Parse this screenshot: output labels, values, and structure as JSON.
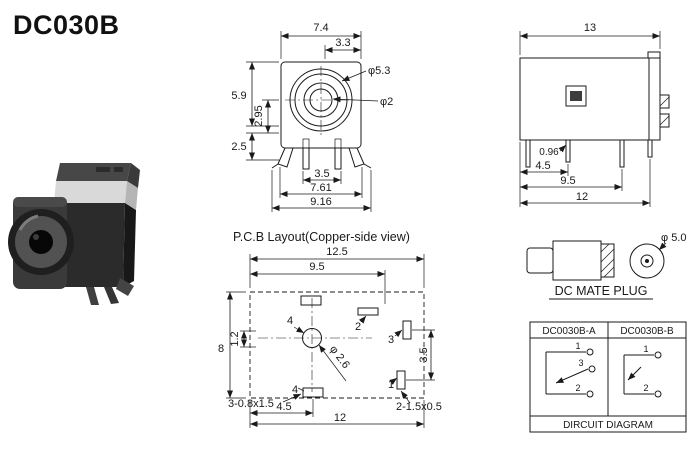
{
  "palette": {
    "line": "#1a1a1a",
    "background": "#ffffff",
    "photo_body": "#2b2b2b",
    "photo_band": "#d9d9d9"
  },
  "title": "DC030B",
  "front_view": {
    "dim_width": "7.4",
    "dim_width_half": "3.3",
    "dia_barrel": "φ5.3",
    "dia_pin": "φ2",
    "dim_height": "5.9",
    "dim_center": "2.95",
    "dim_lower": "2.5",
    "dim_pins": "3.5",
    "dim_body_bottom": "7.61",
    "dim_overall_bottom": "9.16"
  },
  "side_view": {
    "dim_width": "13",
    "dim_pin_thickness": "0.96",
    "dim_pin1": "4.5",
    "dim_pin2": "9.5",
    "dim_face": "12"
  },
  "pcb_layout": {
    "caption": "P.C.B Layout(Copper-side view)",
    "dim_overall": "12.5",
    "dim_pads": "9.5",
    "dim_height": "8",
    "dim_offset": "1.2",
    "pin_4": "4",
    "dia_hole": "φ 2.6",
    "pin_2": "2",
    "pin_3": "3",
    "dim_pad_gap": "3.5",
    "pin_1": "1",
    "slot_spec_2": "2-1.5x0.5",
    "pin_4b": "4",
    "slot_spec_3": "3-0.8x1.5",
    "dim_slot": "4.5",
    "dim_bottom": "12"
  },
  "mate_plug": {
    "caption": "DC MATE PLUG",
    "dia": "φ 5.0"
  },
  "circuit": {
    "header_a": "DC0030B-A",
    "header_b": "DC0030B-B",
    "caption": "DIRCUIT DIAGRAM",
    "a_pin1": "1",
    "a_pin3": "3",
    "a_pin2": "2",
    "b_pin1": "1",
    "b_pin2": "2"
  }
}
